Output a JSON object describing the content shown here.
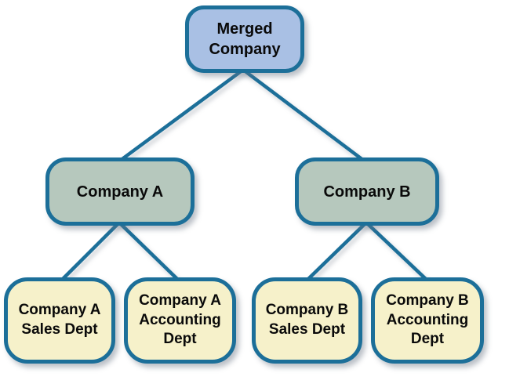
{
  "diagram": {
    "type": "org-chart",
    "background": "#ffffff",
    "colors": {
      "node_border": "#1c6f99",
      "connector": "#1c6f99",
      "top_level_fill": "#a9c0e4",
      "mid_level_fill": "#b6c8bd",
      "leaf_level_fill": "#f6f1ca",
      "text": "#0a0a0a"
    },
    "nodes": {
      "merged_company": {
        "label": "Merged\nCompany",
        "level": 1
      },
      "company_a": {
        "label": "Company A",
        "level": 2
      },
      "company_b": {
        "label": "Company B",
        "level": 2
      },
      "company_a_sales": {
        "label": "Company A\nSales Dept",
        "level": 3
      },
      "company_a_accounting": {
        "label": "Company A\nAccounting\nDept",
        "level": 3
      },
      "company_b_sales": {
        "label": "Company B\nSales Dept",
        "level": 3
      },
      "company_b_accounting": {
        "label": "Company B\nAccounting\nDept",
        "level": 3
      }
    },
    "edges": [
      {
        "from": "merged_company",
        "to": "company_a"
      },
      {
        "from": "merged_company",
        "to": "company_b"
      },
      {
        "from": "company_a",
        "to": "company_a_sales"
      },
      {
        "from": "company_a",
        "to": "company_a_accounting"
      },
      {
        "from": "company_b",
        "to": "company_b_sales"
      },
      {
        "from": "company_b",
        "to": "company_b_accounting"
      }
    ]
  }
}
